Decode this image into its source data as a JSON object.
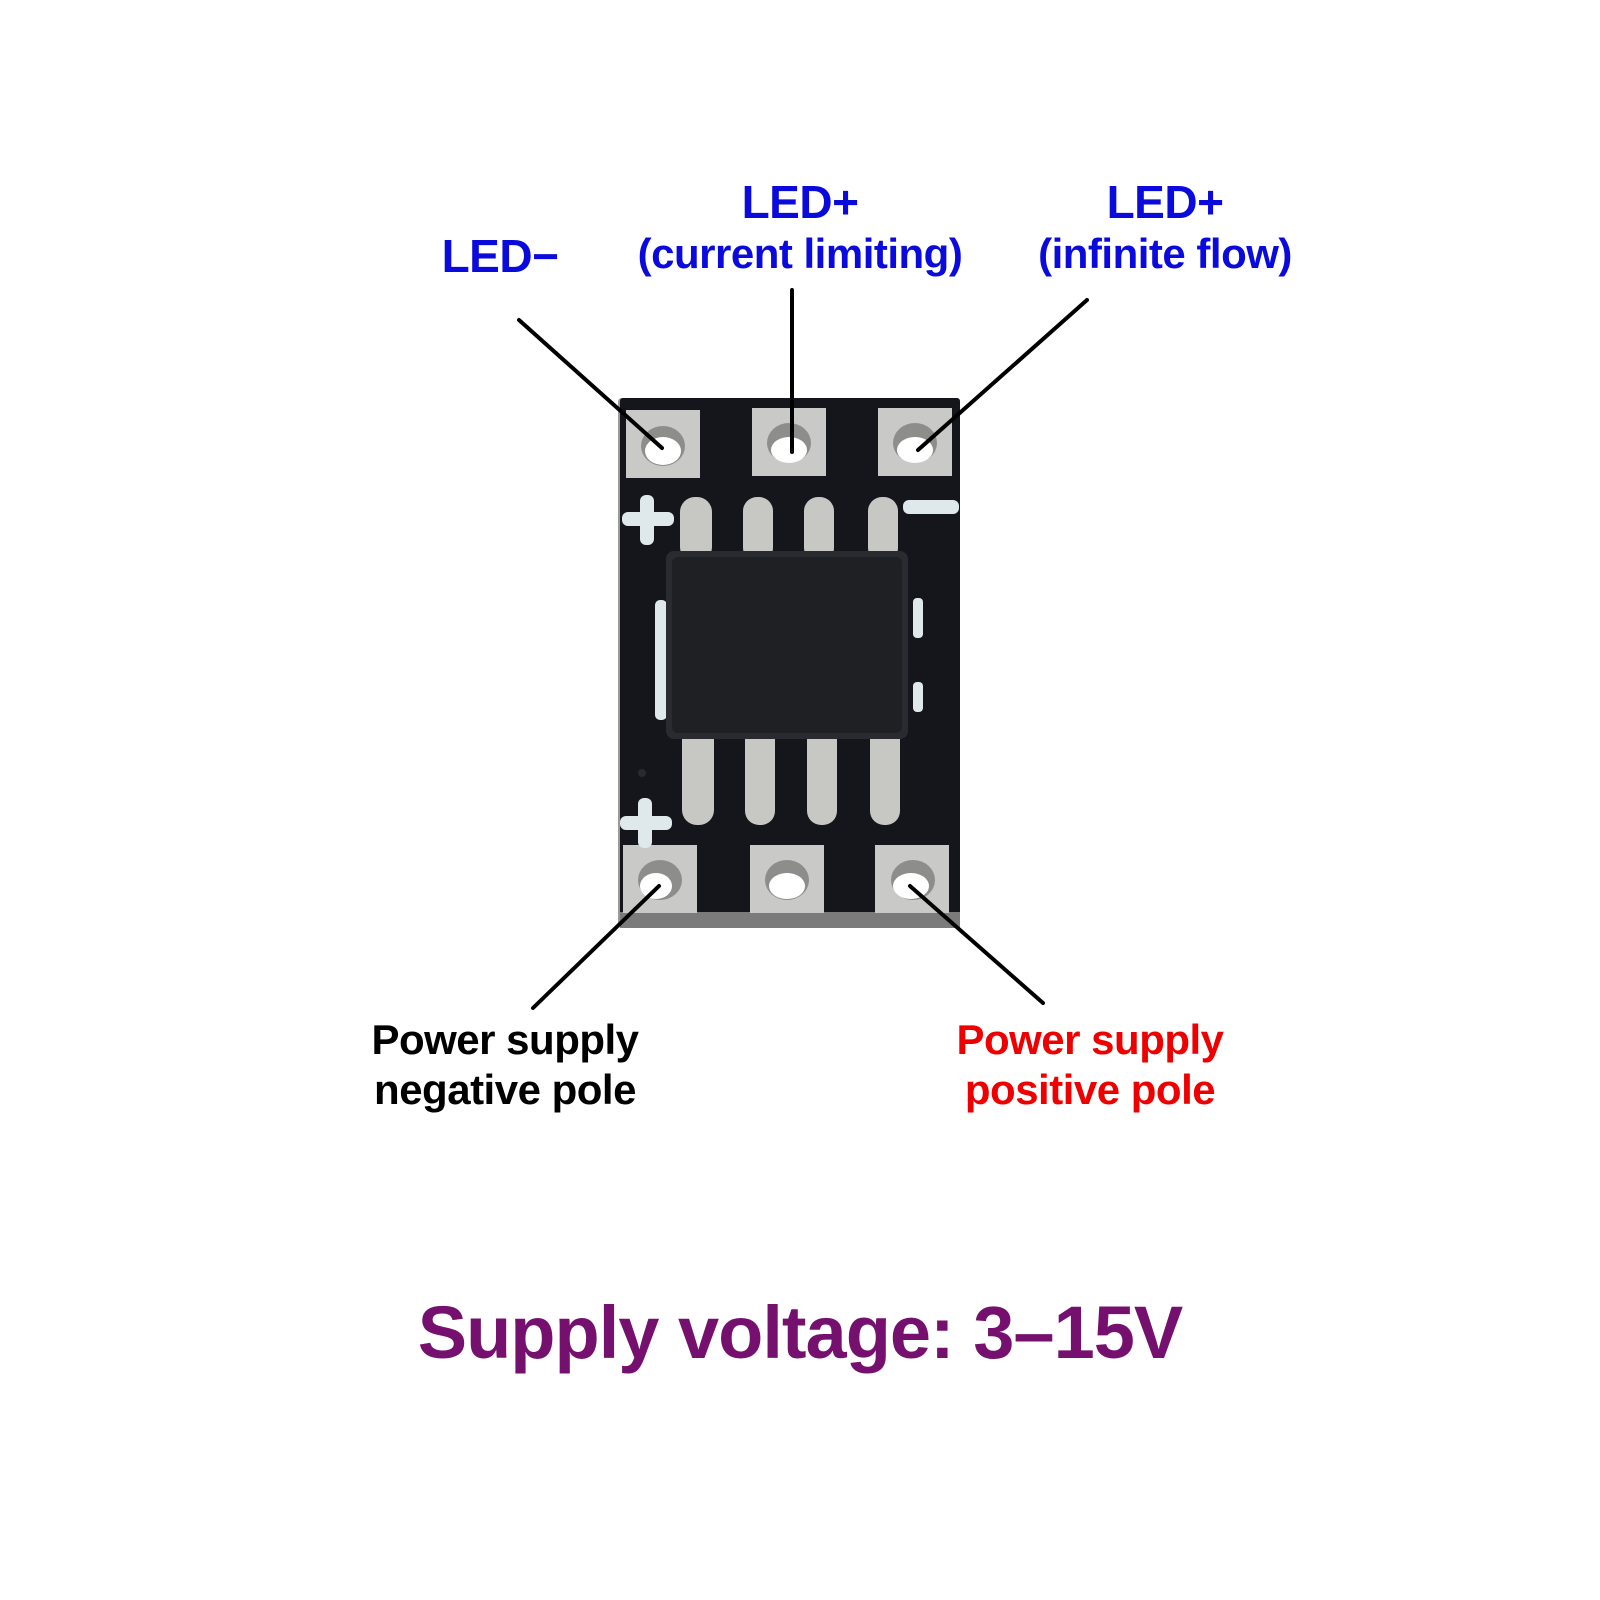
{
  "labels": {
    "led_minus": {
      "line1": "LED−"
    },
    "led_plus_limited": {
      "line1": "LED+",
      "line2": "(current limiting)"
    },
    "led_plus_infinite": {
      "line1": "LED+",
      "line2": "(infinite flow)"
    },
    "supply_negative": {
      "line1": "Power supply",
      "line2": "negative pole"
    },
    "supply_positive": {
      "line1": "Power supply",
      "line2": "positive pole"
    }
  },
  "silkscreen": {
    "top_left": "+",
    "top_right": "−",
    "bottom_left": "+"
  },
  "footer": {
    "supply_voltage": "Supply voltage: 3–15V"
  },
  "colors": {
    "led_label": "#0a0adc",
    "negative_label": "#000000",
    "positive_label": "#ee0000",
    "footer": "#75106f",
    "pcb": "#14161b",
    "pad": "#c9c9c7",
    "chip": "#1f2024"
  }
}
